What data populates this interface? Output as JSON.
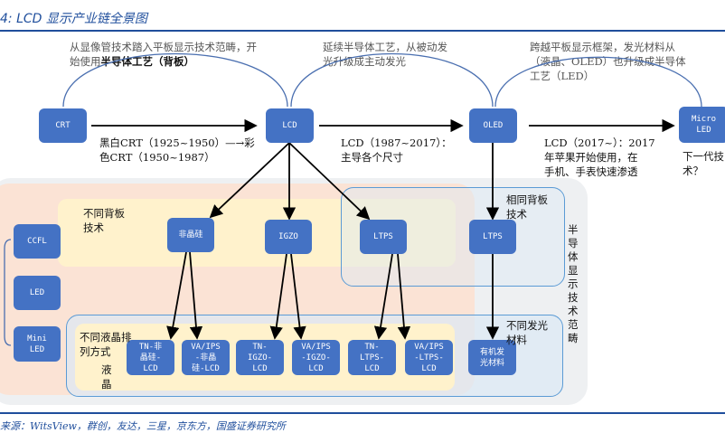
{
  "title": "4: LCD 显示产业链全景图",
  "top_notes": [
    {
      "text": "从显像管技术踏入平板显示技术范畴，开\n始使用",
      "bold": "半导体工艺（背板）"
    },
    {
      "text": "延续半导体工艺，从被动发\n光升级成主动发光"
    },
    {
      "text": "跨越平板显示框架，发光材料从\n（液晶、OLED）也升级成半导体\n工艺（LED）"
    }
  ],
  "stages": [
    {
      "label": "CRT",
      "desc": "黑白CRT（1925~1950）—→彩\n色CRT（1950~1987）"
    },
    {
      "label": "LCD",
      "desc": "LCD（1987~2017）：\n主导各个尺寸"
    },
    {
      "label": "OLED",
      "desc": "LCD（2017~）：2017\n年苹果开始使用，在\n手机、手表快速渗透"
    },
    {
      "label": "Micro\nLED",
      "desc": "下一代技\n术？"
    }
  ],
  "backlight": [
    "CCFL",
    "LED",
    "Mini\nLED"
  ],
  "backplane": [
    "非晶硅",
    "IGZO",
    "LTPS",
    "LTPS"
  ],
  "bottom": [
    "TN-非\n晶硅-\nLCD",
    "VA/IPS\n-非晶\n硅-LCD",
    "TN-\nIGZO-\nLCD",
    "VA/IPS\n-IGZO-\nLCD",
    "TN-\nLTPS-\nLCD",
    "VA/IPS\n-LTPS-\nLCD",
    "有机发\n光材料"
  ],
  "labels": {
    "diff_backplane": "不同背板\n技术",
    "same_backplane": "相同背板\n技术",
    "semi_scope": "半\n导\n体\n显\n示\n技\n术\n范\n畴",
    "diff_lc": "不同液晶排\n列方式",
    "lc": "液\n晶",
    "diff_emit": "不同发光\n材料"
  },
  "source": "来源：WitsView，群创，友达，三星，京东方，国盛证券研究所",
  "colors": {
    "box": "#4472c4",
    "accent": "#1f4e9c",
    "peach": "#fbe3d5",
    "yellow": "#fff2cc",
    "gray": "#eef0f2"
  }
}
